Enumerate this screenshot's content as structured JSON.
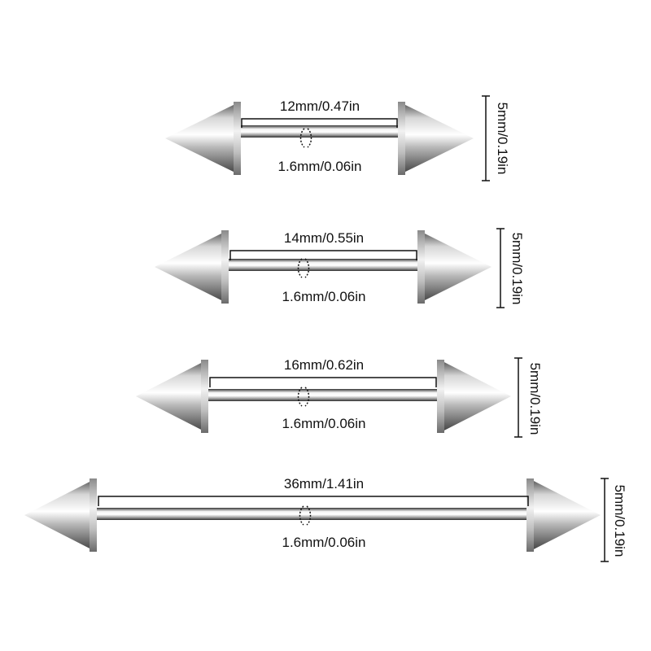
{
  "barbells": [
    {
      "length_label": "12mm/0.47in",
      "gauge_label": "1.6mm/0.06in",
      "ball_label": "5mm/0.19in"
    },
    {
      "length_label": "14mm/0.55in",
      "gauge_label": "1.6mm/0.06in",
      "ball_label": "5mm/0.19in"
    },
    {
      "length_label": "16mm/0.62in",
      "gauge_label": "1.6mm/0.06in",
      "ball_label": "5mm/0.19in"
    },
    {
      "length_label": "36mm/1.41in",
      "gauge_label": "1.6mm/0.06in",
      "ball_label": "5mm/0.19in"
    }
  ]
}
